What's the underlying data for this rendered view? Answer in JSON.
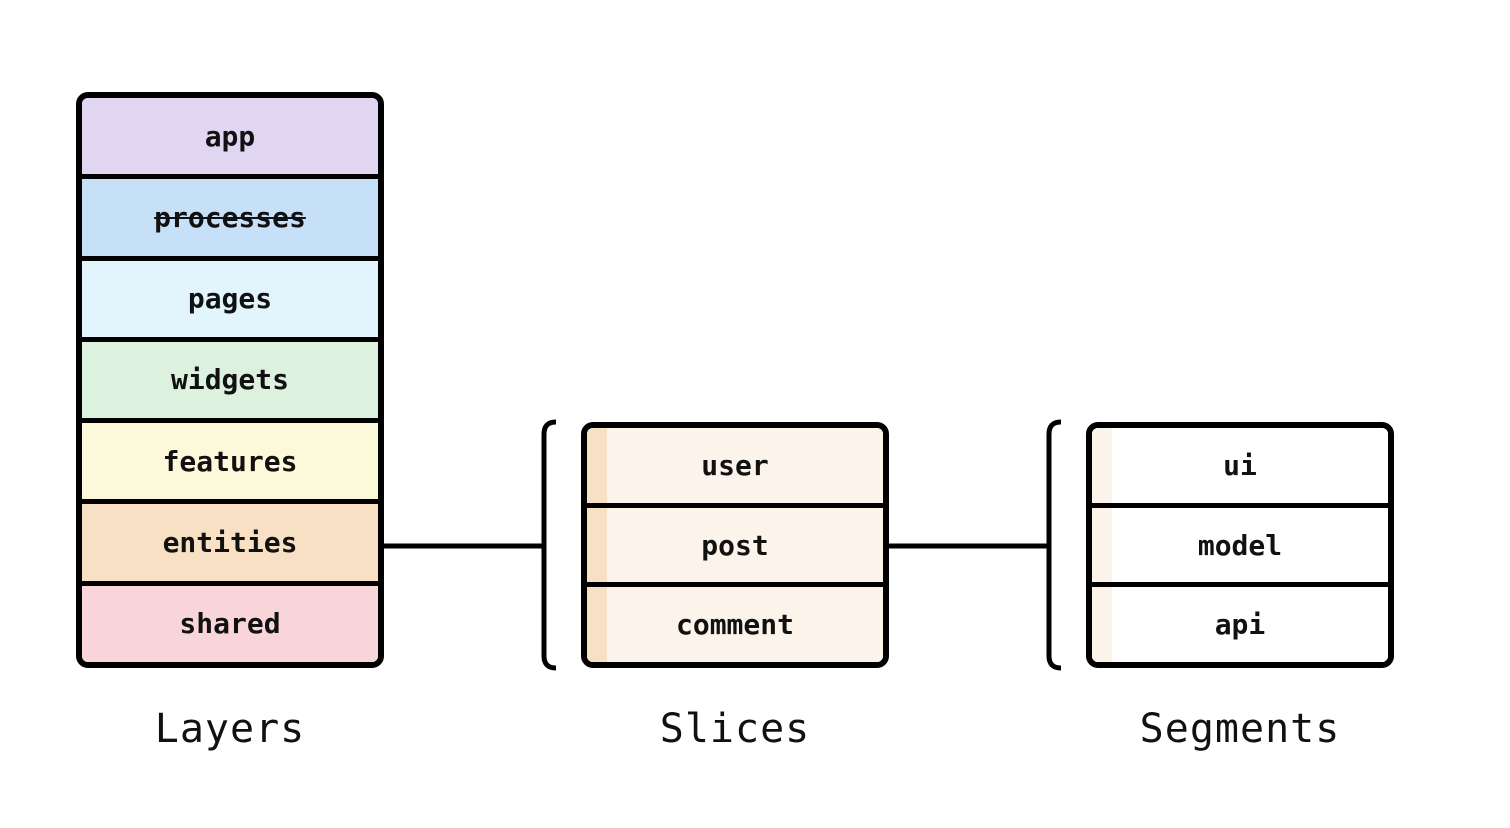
{
  "layers": {
    "caption": "Layers",
    "items": [
      {
        "label": "app",
        "color": "#E0D6F2",
        "strikethrough": false
      },
      {
        "label": "processes",
        "color": "#C6E0F8",
        "strikethrough": true
      },
      {
        "label": "pages",
        "color": "#E2F5FC",
        "strikethrough": false
      },
      {
        "label": "widgets",
        "color": "#DDF2DE",
        "strikethrough": false
      },
      {
        "label": "features",
        "color": "#FCF8DA",
        "strikethrough": false
      },
      {
        "label": "entities",
        "color": "#F8E0C4",
        "strikethrough": false
      },
      {
        "label": "shared",
        "color": "#F7D5D9",
        "strikethrough": false
      }
    ]
  },
  "slices": {
    "caption": "Slices",
    "fill": "#FCF4EB",
    "stripe": "#F8E0C4",
    "items": [
      {
        "label": "user"
      },
      {
        "label": "post"
      },
      {
        "label": "comment"
      }
    ]
  },
  "segments": {
    "caption": "Segments",
    "fill": "#FFFFFF",
    "stripe": "#FCF4EB",
    "items": [
      {
        "label": "ui"
      },
      {
        "label": "model"
      },
      {
        "label": "api"
      }
    ]
  }
}
